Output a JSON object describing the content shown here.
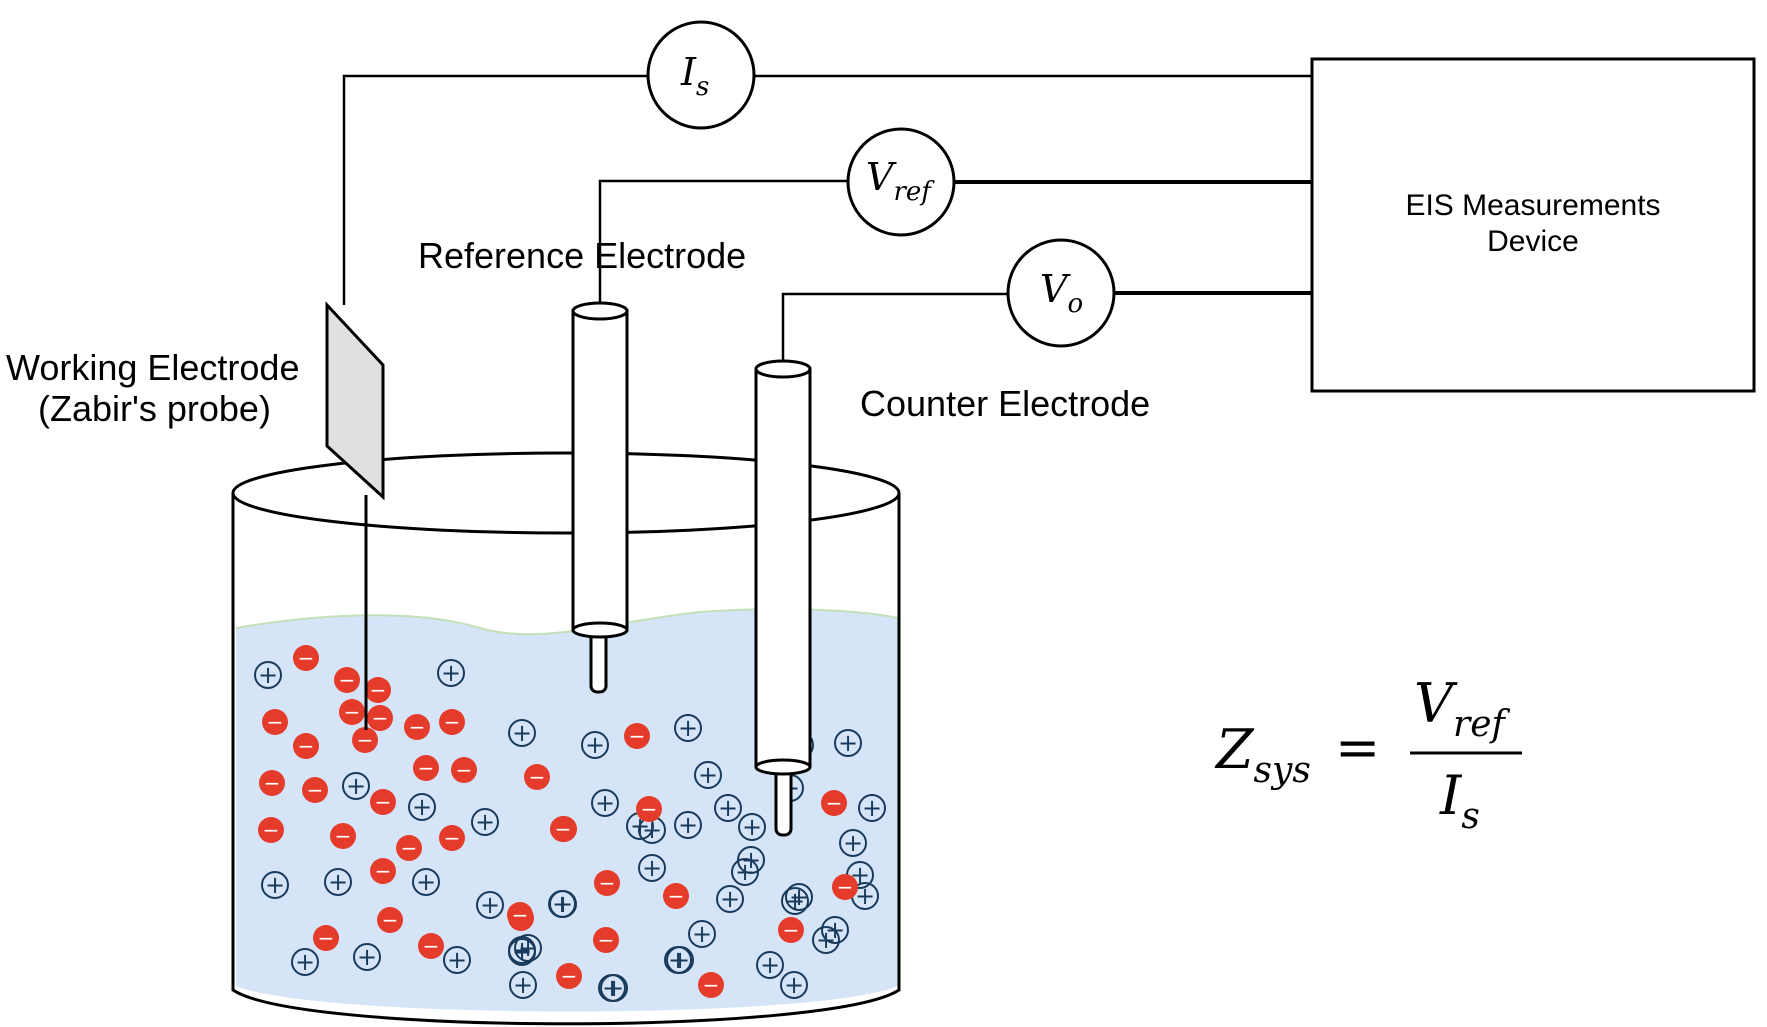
{
  "labels": {
    "working_electrode_line1": "Working Electrode",
    "working_electrode_line2": "(Zabir's probe)",
    "reference_electrode": "Reference Electrode",
    "counter_electrode": "Counter Electrode",
    "device_line1": "EIS Measurements",
    "device_line2": "Device"
  },
  "meters": {
    "current": {
      "symbol": "I",
      "subscript": "s"
    },
    "reference_voltage": {
      "symbol": "V",
      "subscript": "ref"
    },
    "output_voltage": {
      "symbol": "V",
      "subscript": "o"
    }
  },
  "formula": {
    "lhs_symbol": "Z",
    "lhs_subscript": "sys",
    "equals": "=",
    "numerator_symbol": "V",
    "numerator_subscript": "ref",
    "denominator_symbol": "I",
    "denominator_subscript": "s"
  },
  "ion_signs": {
    "positive": "+",
    "negative": "−"
  },
  "colors": {
    "solution": "#d5e5f7",
    "anion_fill": "#e53b2a",
    "cation_stroke": "#1a3a5c",
    "probe_fill": "#e0e0e0"
  }
}
